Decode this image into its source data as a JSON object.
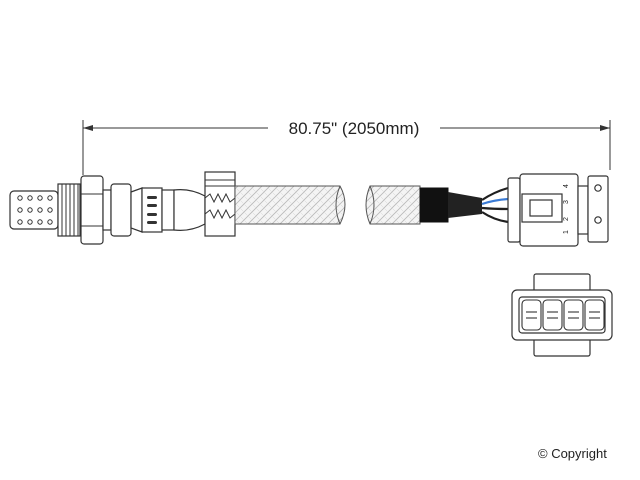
{
  "dimension": {
    "label": "80.75\" (2050mm)"
  },
  "connector": {
    "pins": [
      "1",
      "2",
      "3",
      "4"
    ]
  },
  "wires": {
    "colors": [
      "#1f1f1f",
      "#3a7bd5",
      "#1f1f1f",
      "#1f1f1f"
    ]
  },
  "footer": {
    "copyright": "© Copyright"
  }
}
